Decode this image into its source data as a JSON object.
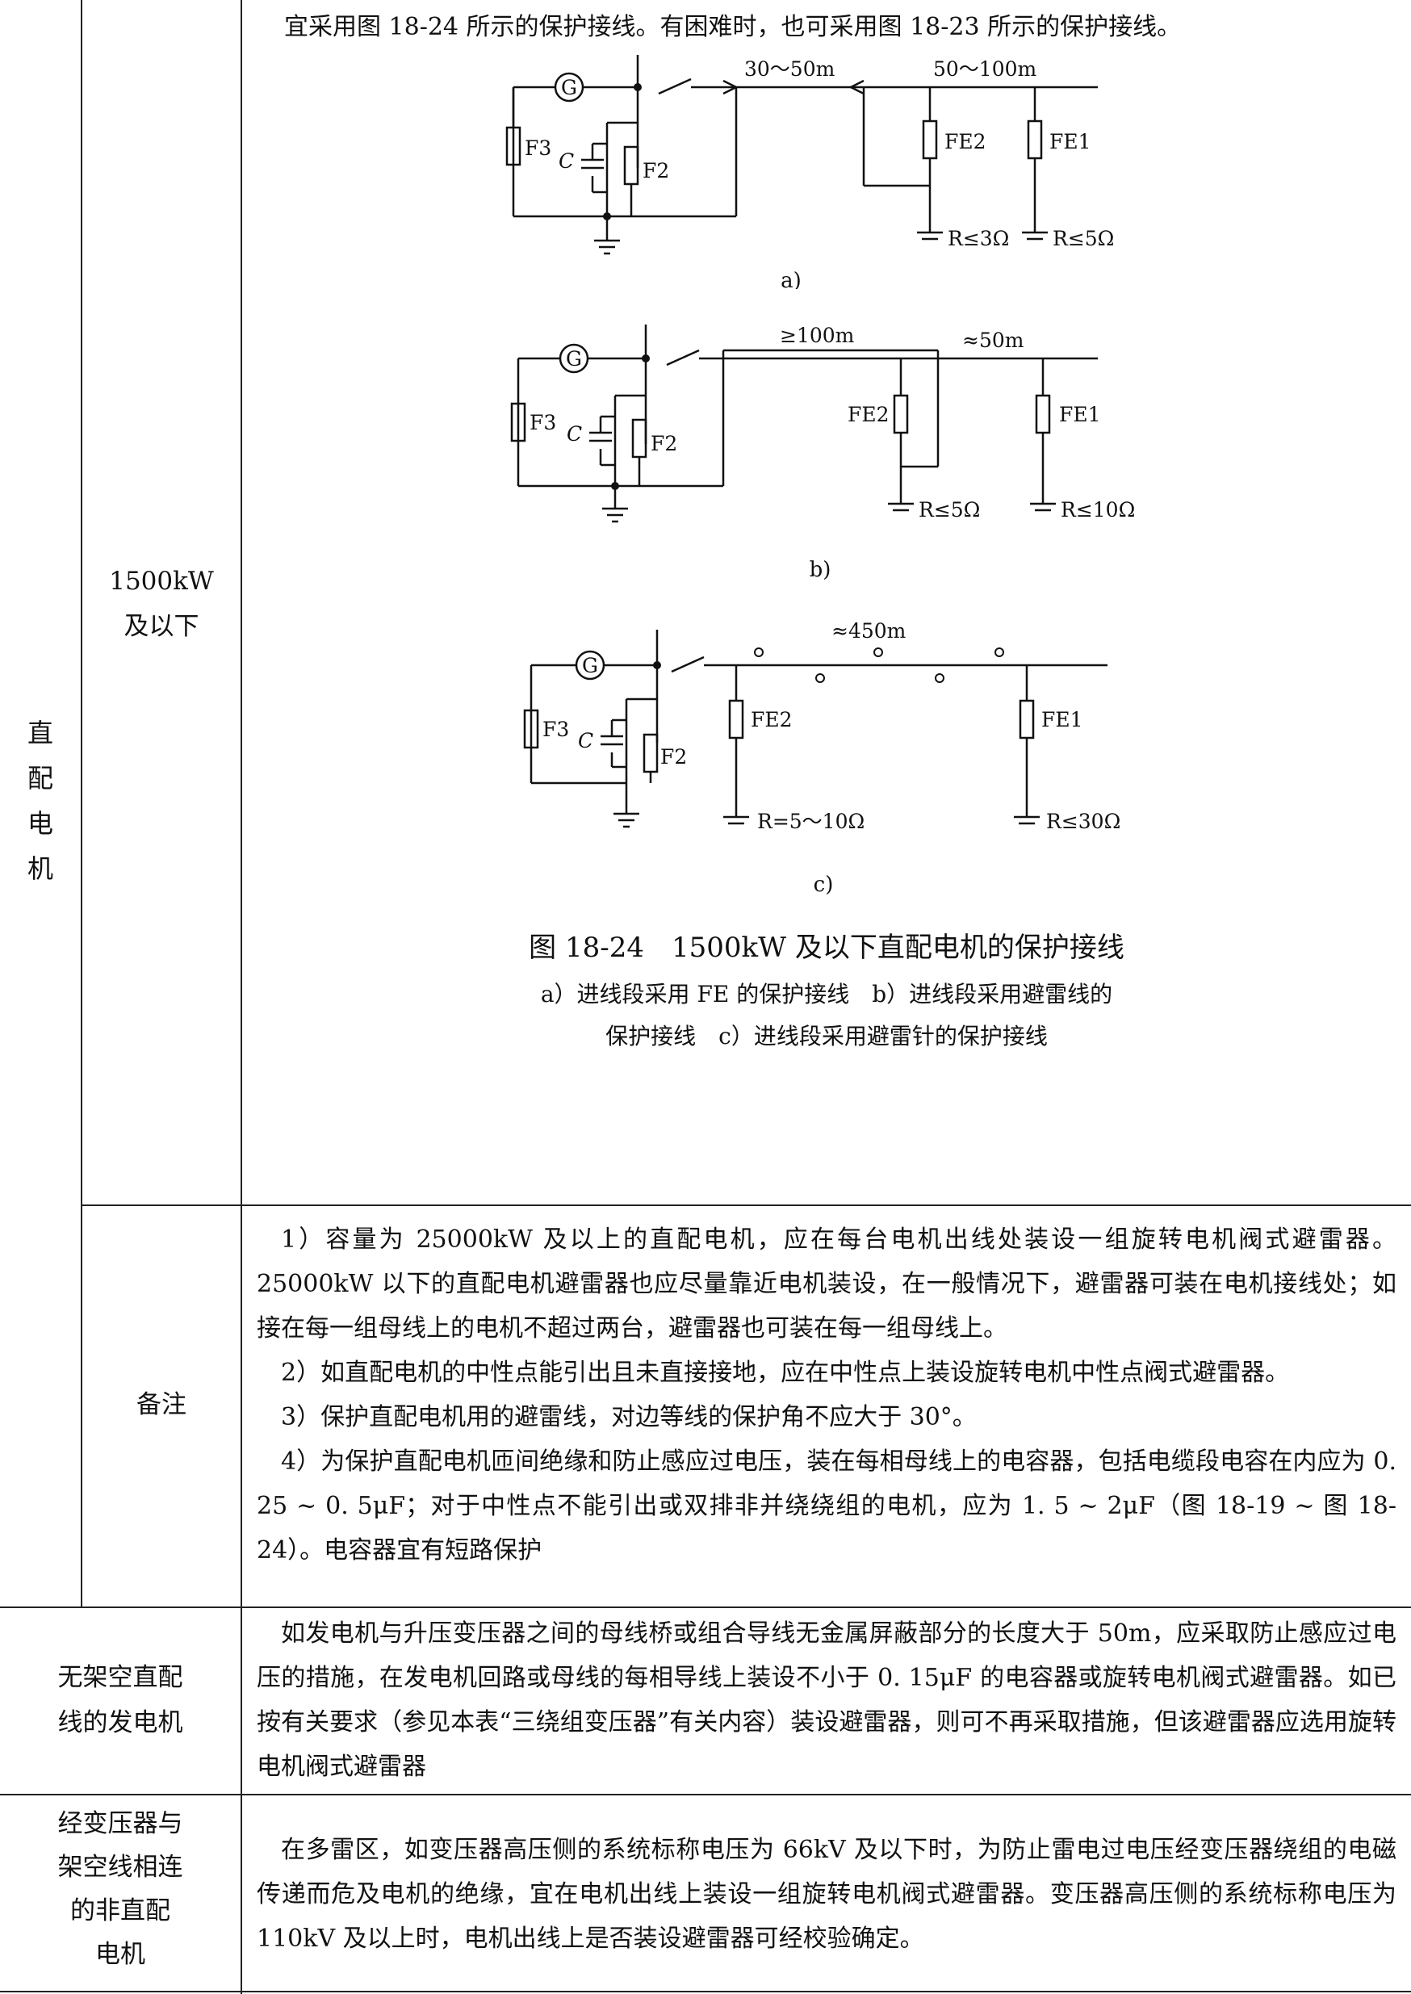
{
  "category": [
    "直",
    "配",
    "电",
    "机"
  ],
  "row1": {
    "label1": "1500kW",
    "label2": "及以下",
    "intro": "宜采用图 18-24 所示的保护接线。有困难时，也可采用图 18-23 所示的保护接线。"
  },
  "diagram_a": {
    "g": "G",
    "f3": "F3",
    "c": "C",
    "f2": "F2",
    "len1": "30～50m",
    "len2": "50～100m",
    "fe2": "FE2",
    "fe1": "FE1",
    "r2": "R≤3Ω",
    "r1": "R≤5Ω",
    "tag": "a)"
  },
  "diagram_b": {
    "g": "G",
    "f3": "F3",
    "c": "C",
    "f2": "F2",
    "len1": "≥100m",
    "len2": "≈50m",
    "fe2": "FE2",
    "fe1": "FE1",
    "r2": "R≤5Ω",
    "r1": "R≤10Ω",
    "tag": "b)"
  },
  "diagram_c": {
    "g": "G",
    "f3": "F3",
    "c": "C",
    "f2": "F2",
    "len1": "≈450m",
    "fe2": "FE2",
    "fe1": "FE1",
    "r2": "R=5～10Ω",
    "r1": "R≤30Ω",
    "tag": "c)"
  },
  "figure": {
    "caption": "图 18-24　1500kW 及以下直配电机的保护接线",
    "sub1": "a）进线段采用 FE 的保护接线　b）进线段采用避雷线的",
    "sub2": "保护接线　c）进线段采用避雷针的保护接线"
  },
  "notes": {
    "label": "备注",
    "p1": "1）容量为 25000kW 及以上的直配电机，应在每台电机出线处装设一组旋转电机阀式避雷器。25000kW 以下的直配电机避雷器也应尽量靠近电机装设，在一般情况下，避雷器可装在电机接线处；如接在每一组母线上的电机不超过两台，避雷器也可装在每一组母线上。",
    "p2": "2）如直配电机的中性点能引出且未直接接地，应在中性点上装设旋转电机中性点阀式避雷器。",
    "p3": "3）保护直配电机用的避雷线，对边等线的保护角不应大于 30°。",
    "p4": "4）为保护直配电机匝间绝缘和防止感应过电压，装在每相母线上的电容器，包括电缆段电容在内应为 0. 25 ~ 0. 5μF；对于中性点不能引出或双排非并绕绕组的电机，应为 1. 5 ~ 2μF（图 18-19 ~ 图 18-24）。电容器宜有短路保护"
  },
  "row3": {
    "label1": "无架空直配",
    "label2": "线的发电机",
    "text": "如发电机与升压变压器之间的母线桥或组合导线无金属屏蔽部分的长度大于 50m，应采取防止感应过电压的措施，在发电机回路或母线的每相导线上装设不小于 0. 15μF 的电容器或旋转电机阀式避雷器。如已按有关要求（参见本表“三绕组变压器”有关内容）装设避雷器，则可不再采取措施，但该避雷器应选用旋转电机阀式避雷器"
  },
  "row4": {
    "label1": "经变压器与",
    "label2": "架空线相连",
    "label3": "的非直配",
    "label4": "电机",
    "text": "在多雷区，如变压器高压侧的系统标称电压为 66kV 及以下时，为防止雷电过电压经变压器绕组的电磁传递而危及电机的绝缘，宜在电机出线上装设一组旋转电机阀式避雷器。变压器高压侧的系统标称电压为 110kV 及以上时，电机出线上是否装设避雷器可经校验确定。"
  }
}
